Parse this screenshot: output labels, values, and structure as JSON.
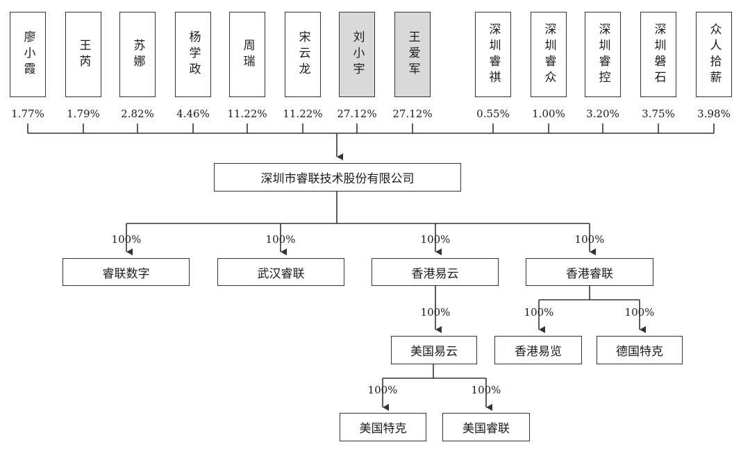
{
  "shareholders": [
    {
      "name": "廖小霞",
      "pct": "1.77%"
    },
    {
      "name": "王芮",
      "pct": "1.79%"
    },
    {
      "name": "苏娜",
      "pct": "2.82%"
    },
    {
      "name": "杨学政",
      "pct": "4.46%"
    },
    {
      "name": "周瑞",
      "pct": "11.22%"
    },
    {
      "name": "宋云龙",
      "pct": "11.22%"
    },
    {
      "name": "刘小宇",
      "pct": "27.12%",
      "highlight": true
    },
    {
      "name": "王爱军",
      "pct": "27.12%",
      "highlight": true
    },
    {
      "name": "深圳睿祺",
      "pct": "0.55%"
    },
    {
      "name": "深圳睿众",
      "pct": "1.00%"
    },
    {
      "name": "深圳睿控",
      "pct": "3.20%"
    },
    {
      "name": "深圳磐石",
      "pct": "3.75%"
    },
    {
      "name": "众人拾薪",
      "pct": "3.98%"
    }
  ],
  "company": "深圳市睿联技术股份有限公司",
  "subsidiaries": [
    {
      "name": "睿联数字",
      "pct": "100%"
    },
    {
      "name": "武汉睿联",
      "pct": "100%"
    },
    {
      "name": "香港易云",
      "pct": "100%"
    },
    {
      "name": "香港睿联",
      "pct": "100%"
    }
  ],
  "hk_yiyun_child": {
    "name": "美国易云",
    "pct": "100%"
  },
  "us_yiyun_children": [
    {
      "name": "美国特克",
      "pct": "100%"
    },
    {
      "name": "美国睿联",
      "pct": "100%"
    }
  ],
  "hk_ruilian_children": [
    {
      "name": "香港易览",
      "pct": "100%"
    },
    {
      "name": "德国特克",
      "pct": "100%"
    }
  ],
  "colors": {
    "line": "#333333",
    "highlight_fill": "#d9d9d9"
  }
}
